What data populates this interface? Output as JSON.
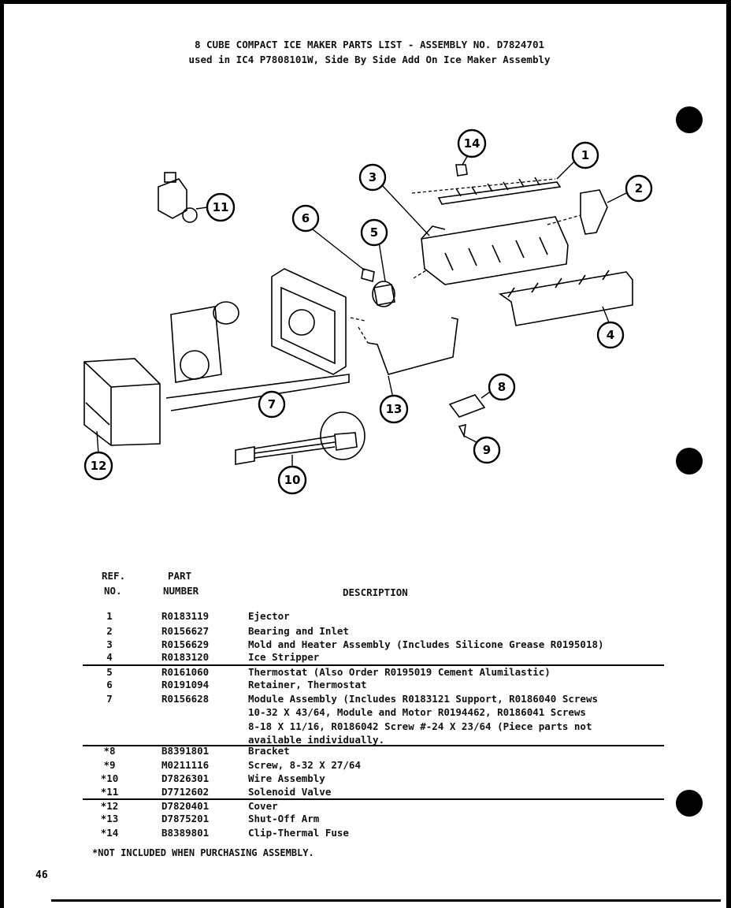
{
  "header": {
    "line1": "8 CUBE COMPACT ICE MAKER PARTS LIST - ASSEMBLY NO. D7824701",
    "line2": "used in IC4 P7808101W, Side By Side Add On Ice Maker Assembly"
  },
  "callouts": [
    "1",
    "2",
    "3",
    "4",
    "5",
    "6",
    "7",
    "8",
    "9",
    "10",
    "11",
    "12",
    "13",
    "14"
  ],
  "table": {
    "ref_header_1": "REF.",
    "ref_header_2": "NO.",
    "part_header_1": "PART",
    "part_header_2": "NUMBER",
    "desc_header": "DESCRIPTION",
    "rows": [
      {
        "ref": "1",
        "part": "R0183119",
        "desc": "Ejector"
      },
      {
        "ref": "2",
        "part": "R0156627",
        "desc": "Bearing and Inlet"
      },
      {
        "ref": "3",
        "part": "R0156629",
        "desc": "Mold and Heater Assembly (Includes Silicone Grease R0195018)"
      },
      {
        "ref": "4",
        "part": "R0183120",
        "desc": "Ice Stripper"
      },
      {
        "ref": "5",
        "part": "R0161060",
        "desc": "Thermostat (Also Order R0195019 Cement Alumilastic)"
      },
      {
        "ref": "6",
        "part": "R0191094",
        "desc": "Retainer, Thermostat"
      },
      {
        "ref": "7",
        "part": "R0156628",
        "desc": "Module Assembly (Includes R0183121 Support, R0186040 Screws"
      },
      {
        "ref": "",
        "part": "",
        "desc": "10-32 X 43/64, Module and Motor R0194462, R0186041 Screws"
      },
      {
        "ref": "",
        "part": "",
        "desc": "8-18 X 11/16, R0186042 Screw #-24 X 23/64 (Piece parts not"
      },
      {
        "ref": "",
        "part": "",
        "desc": "available individually."
      },
      {
        "ref": "*8",
        "part": "B8391801",
        "desc": "Bracket"
      },
      {
        "ref": "*9",
        "part": "M0211116",
        "desc": "Screw, 8-32 X 27/64"
      },
      {
        "ref": "*10",
        "part": "D7826301",
        "desc": "Wire Assembly"
      },
      {
        "ref": "*11",
        "part": "D7712602",
        "desc": "Solenoid Valve"
      },
      {
        "ref": "*12",
        "part": "D7820401",
        "desc": "Cover"
      },
      {
        "ref": "*13",
        "part": "D7875201",
        "desc": "Shut-Off Arm"
      },
      {
        "ref": "*14",
        "part": "B8389801",
        "desc": "Clip-Thermal Fuse"
      }
    ]
  },
  "footnote": "*NOT INCLUDED WHEN PURCHASING ASSEMBLY.",
  "page_number": "46"
}
